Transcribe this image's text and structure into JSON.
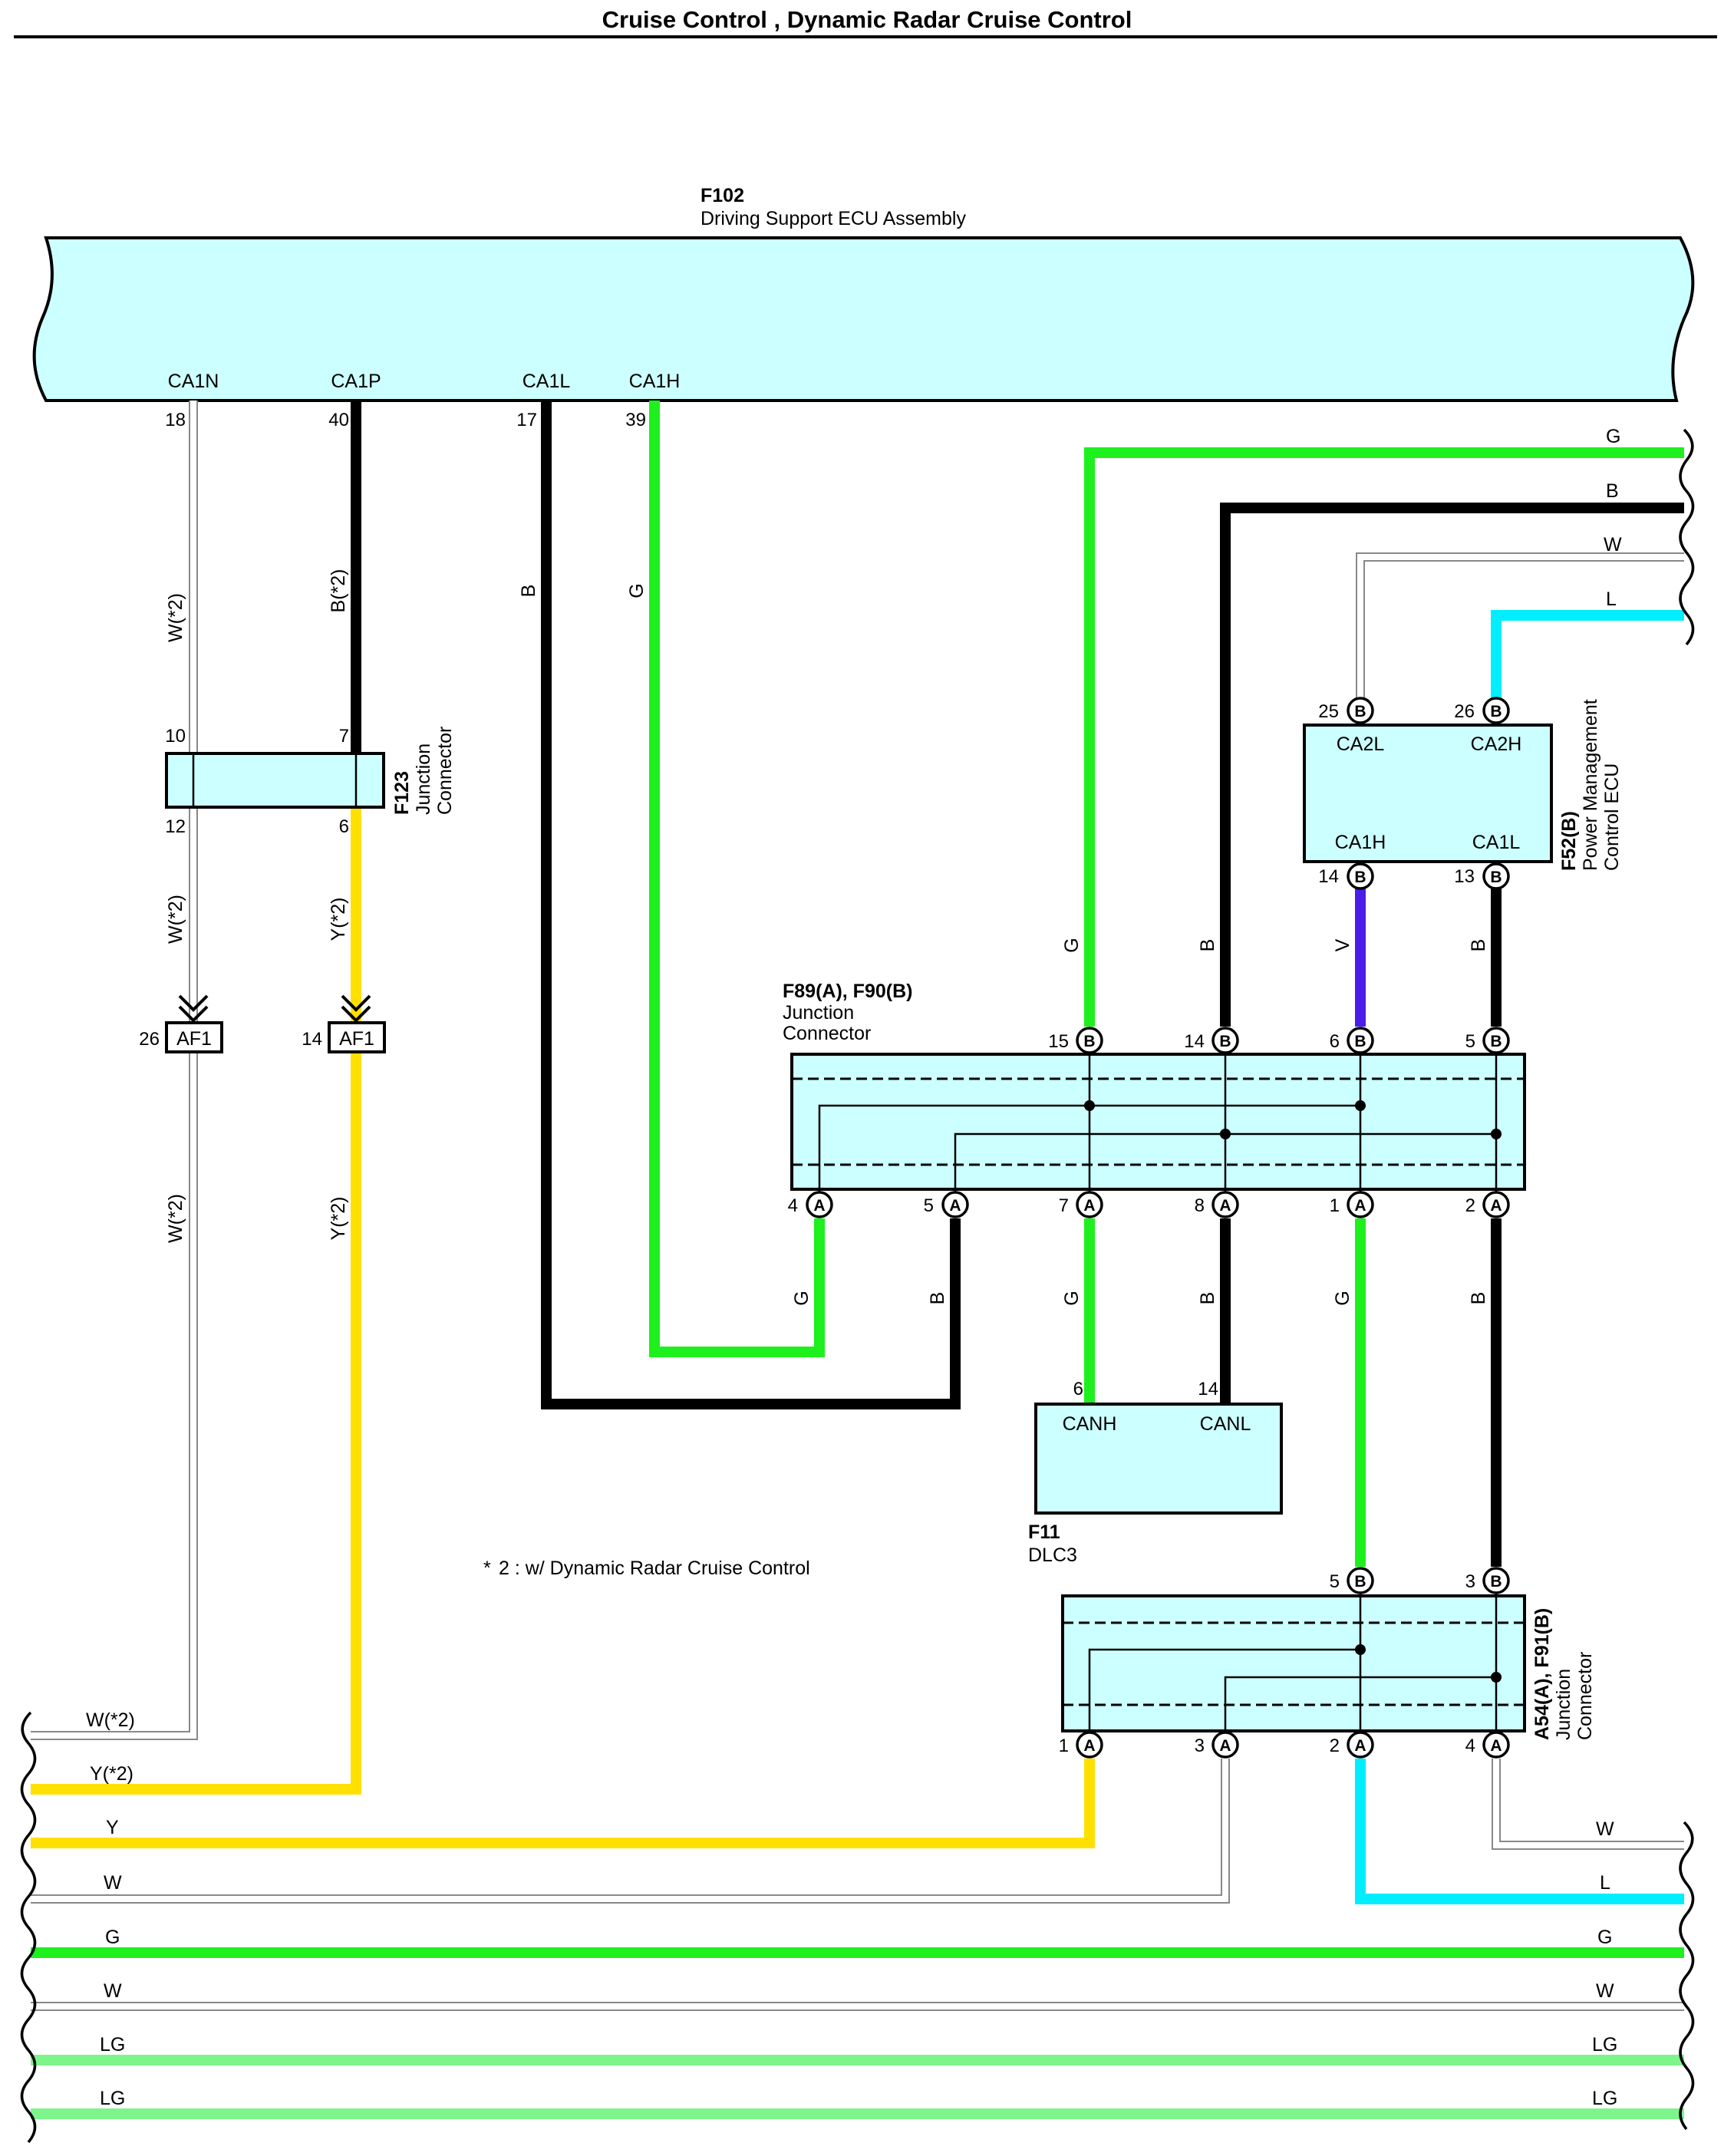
{
  "title": "Cruise Control , Dynamic Radar Cruise Control",
  "colors": {
    "G": "#1ef01e",
    "LG": "#7df58a",
    "B": "#000000",
    "W": "#ffffff",
    "Y": "#ffe000",
    "L": "#00eeff",
    "V": "#4a1ee8",
    "box": "#ccffff"
  },
  "ecu": {
    "id": "F102",
    "name": "Driving Support ECU Assembly",
    "terminals": [
      {
        "name": "CA1N",
        "pin": "18"
      },
      {
        "name": "CA1P",
        "pin": "40"
      },
      {
        "name": "CA1L",
        "pin": "17"
      },
      {
        "name": "CA1H",
        "pin": "39"
      }
    ]
  },
  "f123": {
    "id": "F123",
    "desc_line1": "Junction",
    "desc_line2": "Connector",
    "top_pins": [
      "10",
      "7"
    ],
    "bottom_pins": [
      "12",
      "6"
    ]
  },
  "af1": {
    "label": "AF1",
    "pins": [
      "26",
      "14"
    ]
  },
  "f52": {
    "id": "F52(B)",
    "desc_line1": "Power Management",
    "desc_line2": "Control ECU",
    "top": [
      {
        "pin": "25",
        "name": "CA2L"
      },
      {
        "pin": "26",
        "name": "CA2H"
      }
    ],
    "bottom": [
      {
        "pin": "14",
        "name": "CA1H"
      },
      {
        "pin": "13",
        "name": "CA1L"
      }
    ],
    "conn": "B"
  },
  "f89": {
    "id": "F89(A), F90(B)",
    "desc_line1": "Junction",
    "desc_line2": "Connector",
    "top_pins": [
      "15",
      "14",
      "6",
      "5"
    ],
    "top_conn": "B",
    "bottom_pins": [
      "4",
      "5",
      "7",
      "8",
      "1",
      "2"
    ],
    "bottom_conn": "A"
  },
  "f11": {
    "id": "F11",
    "name": "DLC3",
    "pins": [
      {
        "pin": "6",
        "name": "CANH"
      },
      {
        "pin": "14",
        "name": "CANL"
      }
    ]
  },
  "a54": {
    "id": "A54(A), F91(B)",
    "desc_line1": "Junction",
    "desc_line2": "Connector",
    "top_pins": [
      "5",
      "3"
    ],
    "top_conn": "B",
    "bottom_pins": [
      "1",
      "3",
      "2",
      "4"
    ],
    "bottom_conn": "A"
  },
  "wire_labels": {
    "ca1n_top": "W(*2)",
    "ca1p_top": "B(*2)",
    "ca1l": "B",
    "ca1h": "G",
    "f123_left_bottom": "W(*2)",
    "f123_right_bottom": "Y(*2)",
    "af1_left_below": "W(*2)",
    "af1_right_below": "Y(*2)",
    "f89_15": "G",
    "f89_14": "B",
    "f89_6": "V",
    "f89_5": "B",
    "f89_a4": "G",
    "f89_a5": "B",
    "f89_a7": "G",
    "f89_a8": "B",
    "f89_a1": "G",
    "f89_a2": "B"
  },
  "right_top_wires": [
    "G",
    "B",
    "W",
    "L"
  ],
  "bottom_left_wires": [
    "W(*2)",
    "Y(*2)",
    "Y",
    "W",
    "G",
    "W",
    "LG",
    "LG"
  ],
  "bottom_right_wires": [
    "W",
    "L",
    "G",
    "W",
    "LG",
    "LG"
  ],
  "footnote": "2 : w/ Dynamic Radar Cruise Control"
}
